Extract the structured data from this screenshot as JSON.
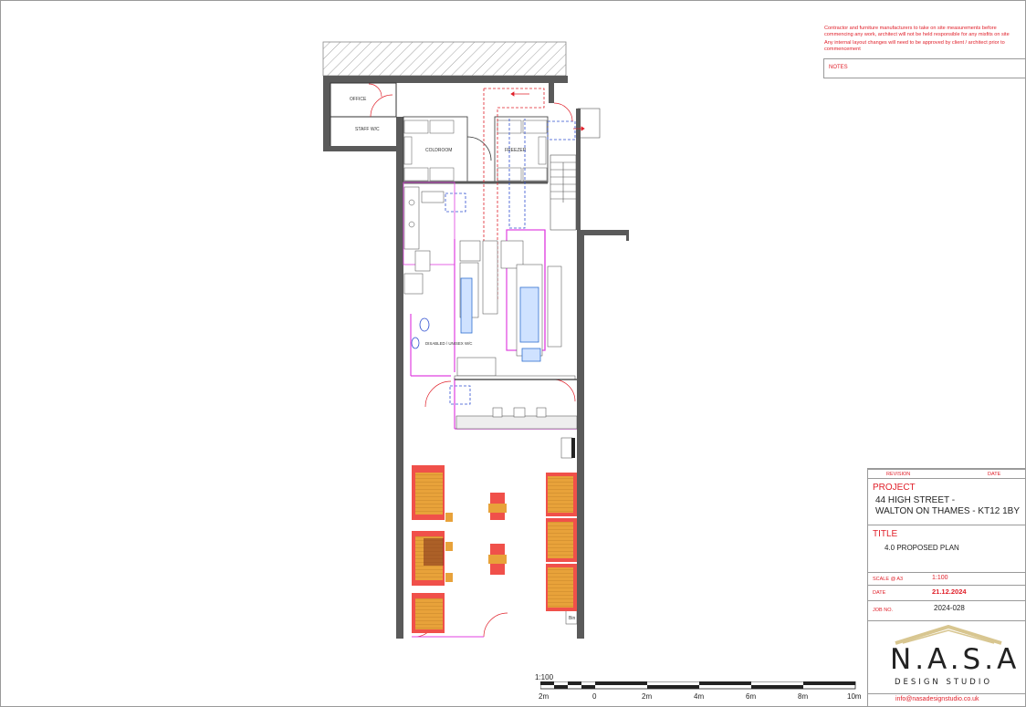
{
  "notes_header": {
    "line1": "Contractor and furniture manufacturers to take on site measurements before commencing any work, architect will not be held responsible for any misfits on site",
    "line2": "Any internal layout changes will need to be approved by client / architect prior to commencement",
    "notes_label": "NOTES"
  },
  "plan": {
    "rooms": {
      "office": "OFFICE",
      "staff_wc": "STAFF W/C",
      "coldroom": "COLDROOM",
      "freezer": "FREEZER",
      "disabled_wc": "DISABLED / UNISEX W/C",
      "bin": "Bin"
    }
  },
  "title_block": {
    "revision_label": "REVISION",
    "date_header_label": "DATE",
    "project_label": "PROJECT",
    "project_line1": "44 HIGH STREET -",
    "project_line2": "WALTON ON THAMES - KT12 1BY",
    "title_label": "TITLE",
    "title_value": "4.0 PROPOSED PLAN",
    "scale_label": "SCALE @ A3",
    "scale_value": "1:100",
    "date_label": "DATE",
    "date_value": "21.12.2024",
    "job_label": "JOB NO.",
    "job_value": "2024-028",
    "logo_main": "N.A.S.A",
    "logo_sub": "DESIGN STUDIO",
    "email": "info@nasadesignstudio.co.uk"
  },
  "scale_bar": {
    "ratio": "1:100",
    "ticks": [
      "2m",
      "0",
      "2m",
      "4m",
      "6m",
      "8m",
      "10m"
    ]
  },
  "colors": {
    "accent_red": "#e0202a",
    "seat_red": "#f0504a",
    "table_orange": "#e8a23a",
    "wall_grey": "#5a5a5a",
    "magenta": "#e040e0",
    "blue": "#3050d0"
  }
}
